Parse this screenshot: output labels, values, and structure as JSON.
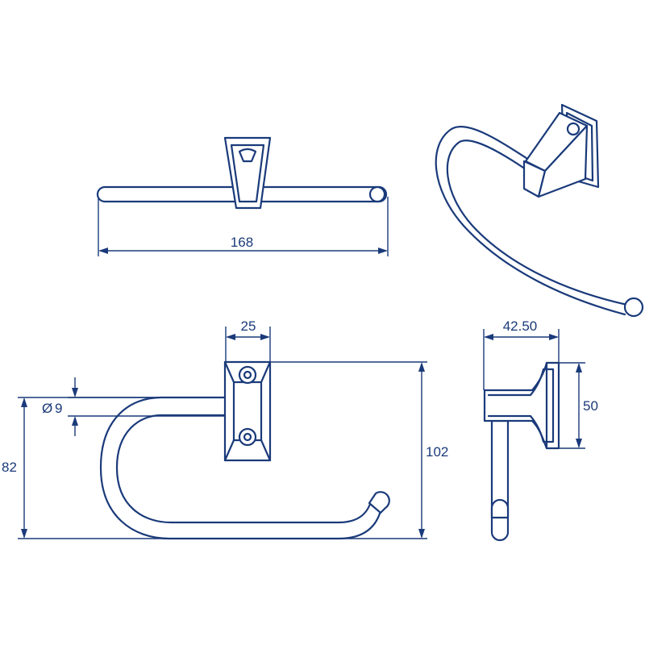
{
  "colors": {
    "line": "#1a3a7a",
    "background": "#ffffff"
  },
  "dimensions": {
    "top_length": "168",
    "bracket_width": "25",
    "ring_diameter": "9",
    "diameter_symbol": "Ø",
    "overall_height": "102",
    "ring_height": "82",
    "side_depth": "42.50",
    "side_plate_height": "50"
  }
}
